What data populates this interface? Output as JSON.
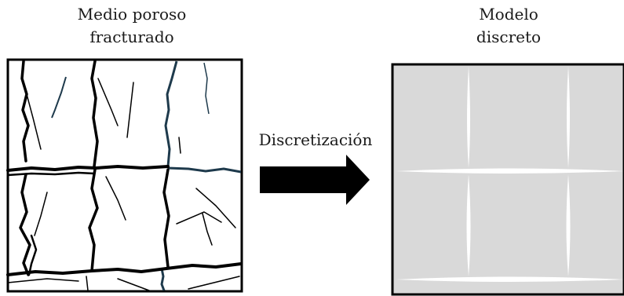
{
  "left_panel": {
    "title_line1": "Medio poroso",
    "title_line2": "fracturado"
  },
  "right_panel": {
    "title_line1": "Modelo",
    "title_line2": "discreto"
  },
  "process_arrow": {
    "label": "Discretización",
    "color": "#000000"
  },
  "colors": {
    "fracture_black": "#000000",
    "fracture_blue": "#1e3a4c",
    "matrix_grey": "#d9d9d9",
    "discrete_fracture": "#ffffff"
  }
}
